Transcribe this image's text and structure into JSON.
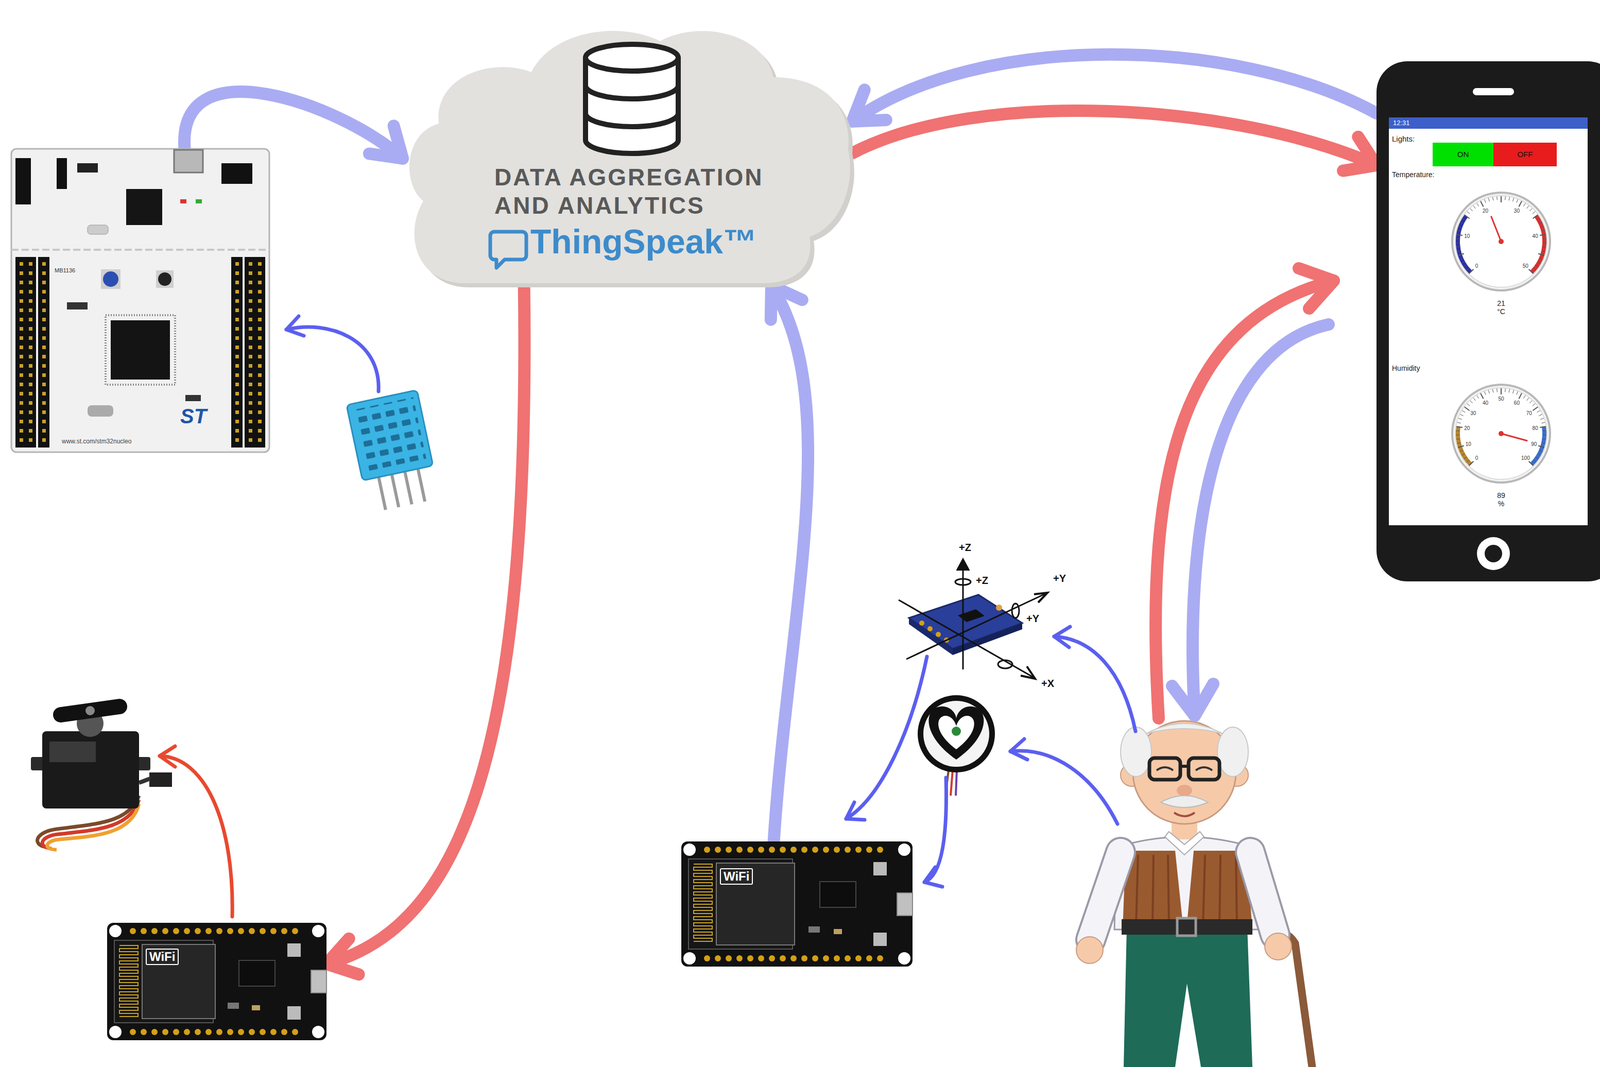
{
  "diagram": {
    "nodes": [
      {
        "text": [
          "MB1136",
          "ST",
          "www.st.com/stm32nucleo"
        ]
      },
      {
        "text": [
          "DATA AGGREGATION AND ANALYTICS",
          "ThingSpeak™"
        ]
      },
      {
        "text": [
          "12:31",
          "Lights:",
          "Temperature:",
          "21 °C",
          "Humidity",
          "89 %"
        ]
      },
      {
        "text": [
          "ON"
        ],
        "in": 2
      },
      {
        "text": [
          "OFF"
        ],
        "in": 2
      },
      {
        "text": [
          "WiFi"
        ]
      },
      {
        "text": [
          "WiFi"
        ]
      }
    ],
    "edges": [
      {
        "from": 0,
        "to": 1,
        "arrow": "to"
      },
      {
        "from": 2,
        "to": 1,
        "arrow": "to"
      },
      {
        "from": 1,
        "to": 2,
        "arrow": "to"
      },
      {
        "from": 1,
        "to": 6,
        "arrow": "to"
      },
      {
        "from": 5,
        "to": 1,
        "arrow": "to"
      }
    ],
    "labels": [
      "+Z",
      "+Z",
      "+Y",
      "+Y",
      "+X",
      "0",
      "10",
      "20",
      "30",
      "40",
      "50",
      "0",
      "10",
      "20",
      "30",
      "40",
      "50",
      "60",
      "70",
      "80",
      "90",
      "100"
    ]
  }
}
